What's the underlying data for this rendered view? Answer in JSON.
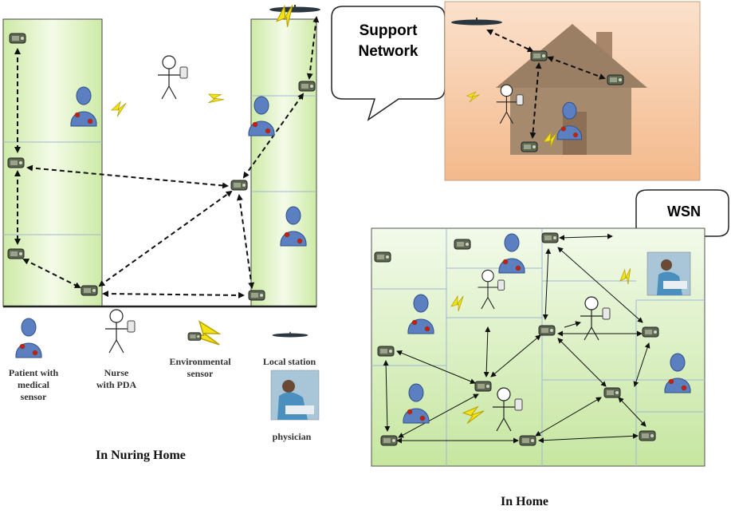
{
  "support_network_label": "Support\nNetwork",
  "wsn_label": "WSN",
  "legend": {
    "patient": "Patient with\nmedical\nsensor",
    "nurse": "Nurse\nwith PDA",
    "env_sensor": "Environmental\nsensor",
    "local_station": "Local station",
    "physician": "physician"
  },
  "captions": {
    "nursing_home": "In Nuring Home",
    "home": "In Home"
  },
  "colors": {
    "panel_green": "#d8f0b8",
    "house_panel": "#f6c9a6",
    "house_body": "#a0856a",
    "patient_blue": "#5b7fc0",
    "sensor_red": "#cc1a1a",
    "bolt_yellow": "#f3e317"
  }
}
